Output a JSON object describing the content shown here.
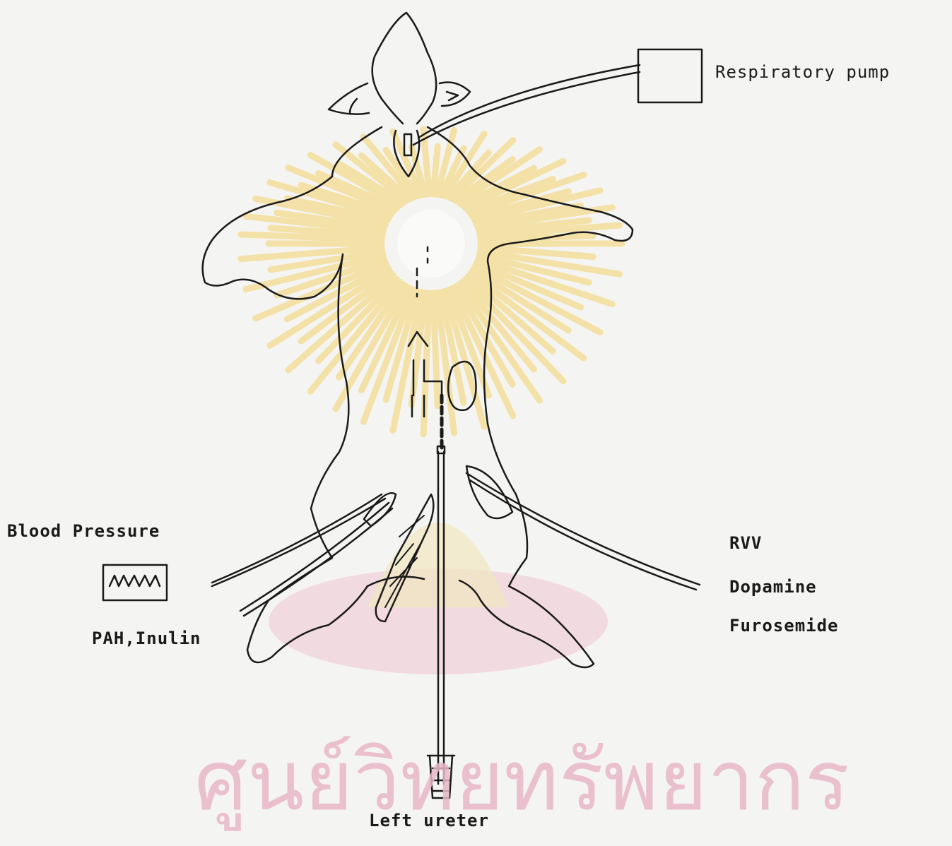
{
  "figure": {
    "labels": {
      "respiratory_pump": "Respiratory pump",
      "blood_pressure": "Blood Pressure",
      "pah_inulin": "PAH,Inulin",
      "rvv": "RVV",
      "dopamine": "Dopamine",
      "furosemide": "Furosemide",
      "left_ureter": "Left ureter"
    },
    "watermark_text": "ศูนย์วิทยทรัพยากร"
  },
  "colors": {
    "ink": "#1a1a1a",
    "paper": "#f4f4f2",
    "watermark_yellow": "#f3d36a",
    "watermark_pink": "#e9b8c8"
  }
}
